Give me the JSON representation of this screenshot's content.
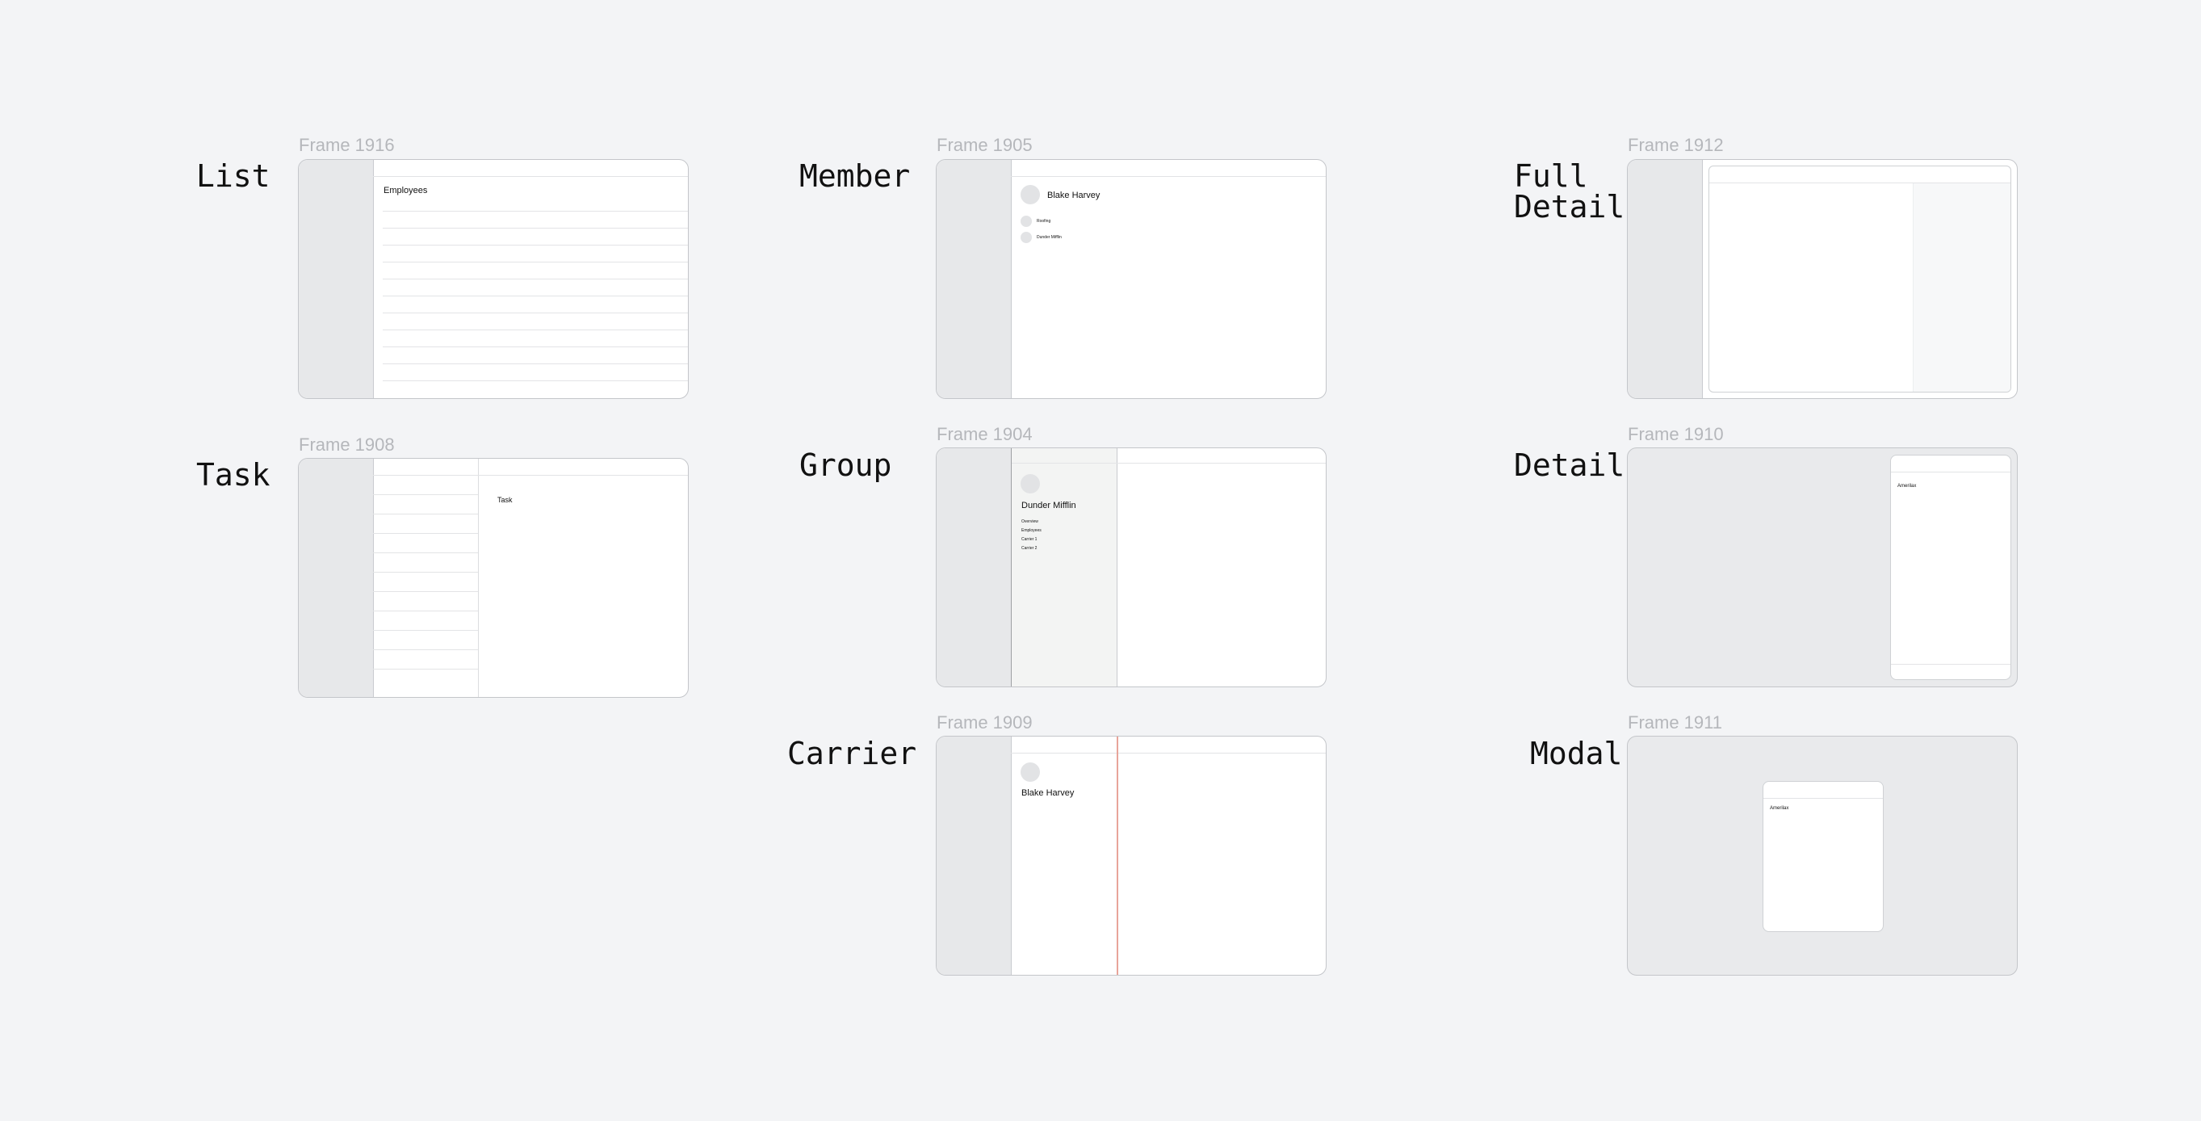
{
  "frames": {
    "list": {
      "label": "List",
      "title": "Frame 1916",
      "heading": "Employees"
    },
    "task": {
      "label": "Task",
      "title": "Frame 1908",
      "heading": "Task"
    },
    "member": {
      "label": "Member",
      "title": "Frame 1905",
      "name": "Blake Harvey",
      "items": [
        "Roofing",
        "Dunder Mifflin"
      ]
    },
    "group": {
      "label": "Group",
      "title": "Frame 1904",
      "name": "Dunder Mifflin",
      "nav": [
        "Overview",
        "Employees",
        "Carrier 1",
        "Carrier 2"
      ]
    },
    "carrier": {
      "label": "Carrier",
      "title": "Frame 1909",
      "name": "Blake Harvey"
    },
    "full_detail": {
      "label": "Full\nDetail",
      "title": "Frame 1912"
    },
    "detail": {
      "label": "Detail",
      "title": "Frame 1910",
      "heading": "Amerilax"
    },
    "modal": {
      "label": "Modal",
      "title": "Frame 1911",
      "heading": "Amerilax"
    }
  },
  "colors": {
    "background": "#f3f4f6",
    "frame_border": "#c4c6ca",
    "sidebar": "#e7e8ea",
    "accent_line": "#e8a49a"
  }
}
